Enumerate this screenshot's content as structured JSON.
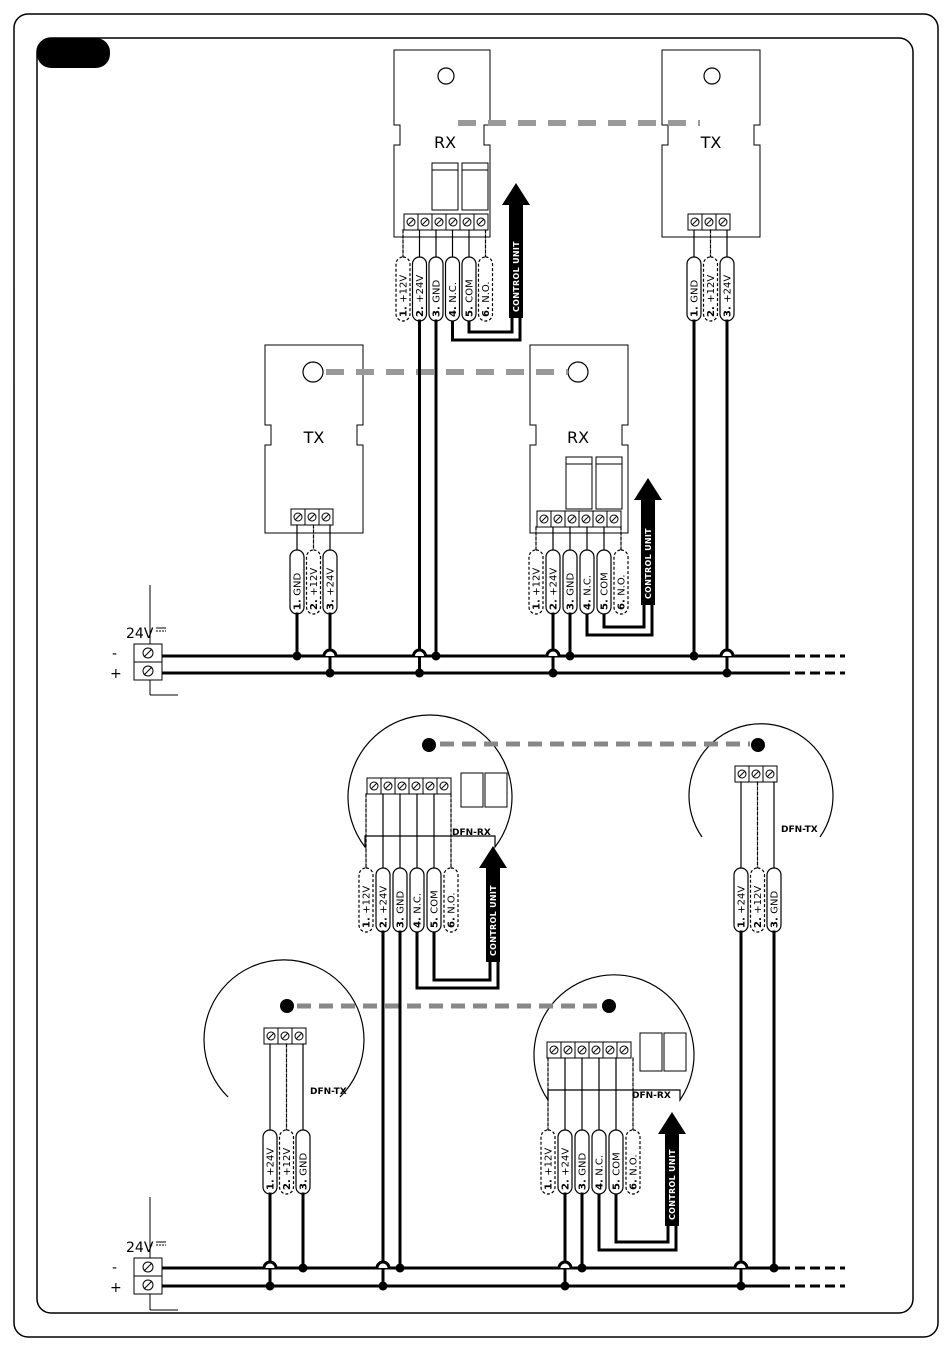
{
  "page_tab": "",
  "supply": {
    "voltage": "24V",
    "minus": "-",
    "plus": "+"
  },
  "control_unit": "CONTROL UNIT",
  "devices": {
    "rx": "RX",
    "tx": "TX",
    "dfn_rx": "DFN-RX",
    "dfn_tx": "DFN-TX"
  },
  "terminals_rx": [
    {
      "num": "1.",
      "name": "+12V",
      "dashed": true
    },
    {
      "num": "2.",
      "name": "+24V",
      "dashed": false
    },
    {
      "num": "3.",
      "name": "GND",
      "dashed": false
    },
    {
      "num": "4.",
      "name": "N.C.",
      "dashed": false
    },
    {
      "num": "5.",
      "name": "COM",
      "dashed": false
    },
    {
      "num": "6.",
      "name": "N.O.",
      "dashed": true
    }
  ],
  "terminals_tx_gnd_first": [
    {
      "num": "1.",
      "name": "GND",
      "dashed": false
    },
    {
      "num": "2.",
      "name": "+12V",
      "dashed": true
    },
    {
      "num": "3.",
      "name": "+24V",
      "dashed": false
    }
  ],
  "terminals_tx_24v_first": [
    {
      "num": "1.",
      "name": "+24V",
      "dashed": false
    },
    {
      "num": "2.",
      "name": "+12V",
      "dashed": true
    },
    {
      "num": "3.",
      "name": "GND",
      "dashed": false
    }
  ]
}
